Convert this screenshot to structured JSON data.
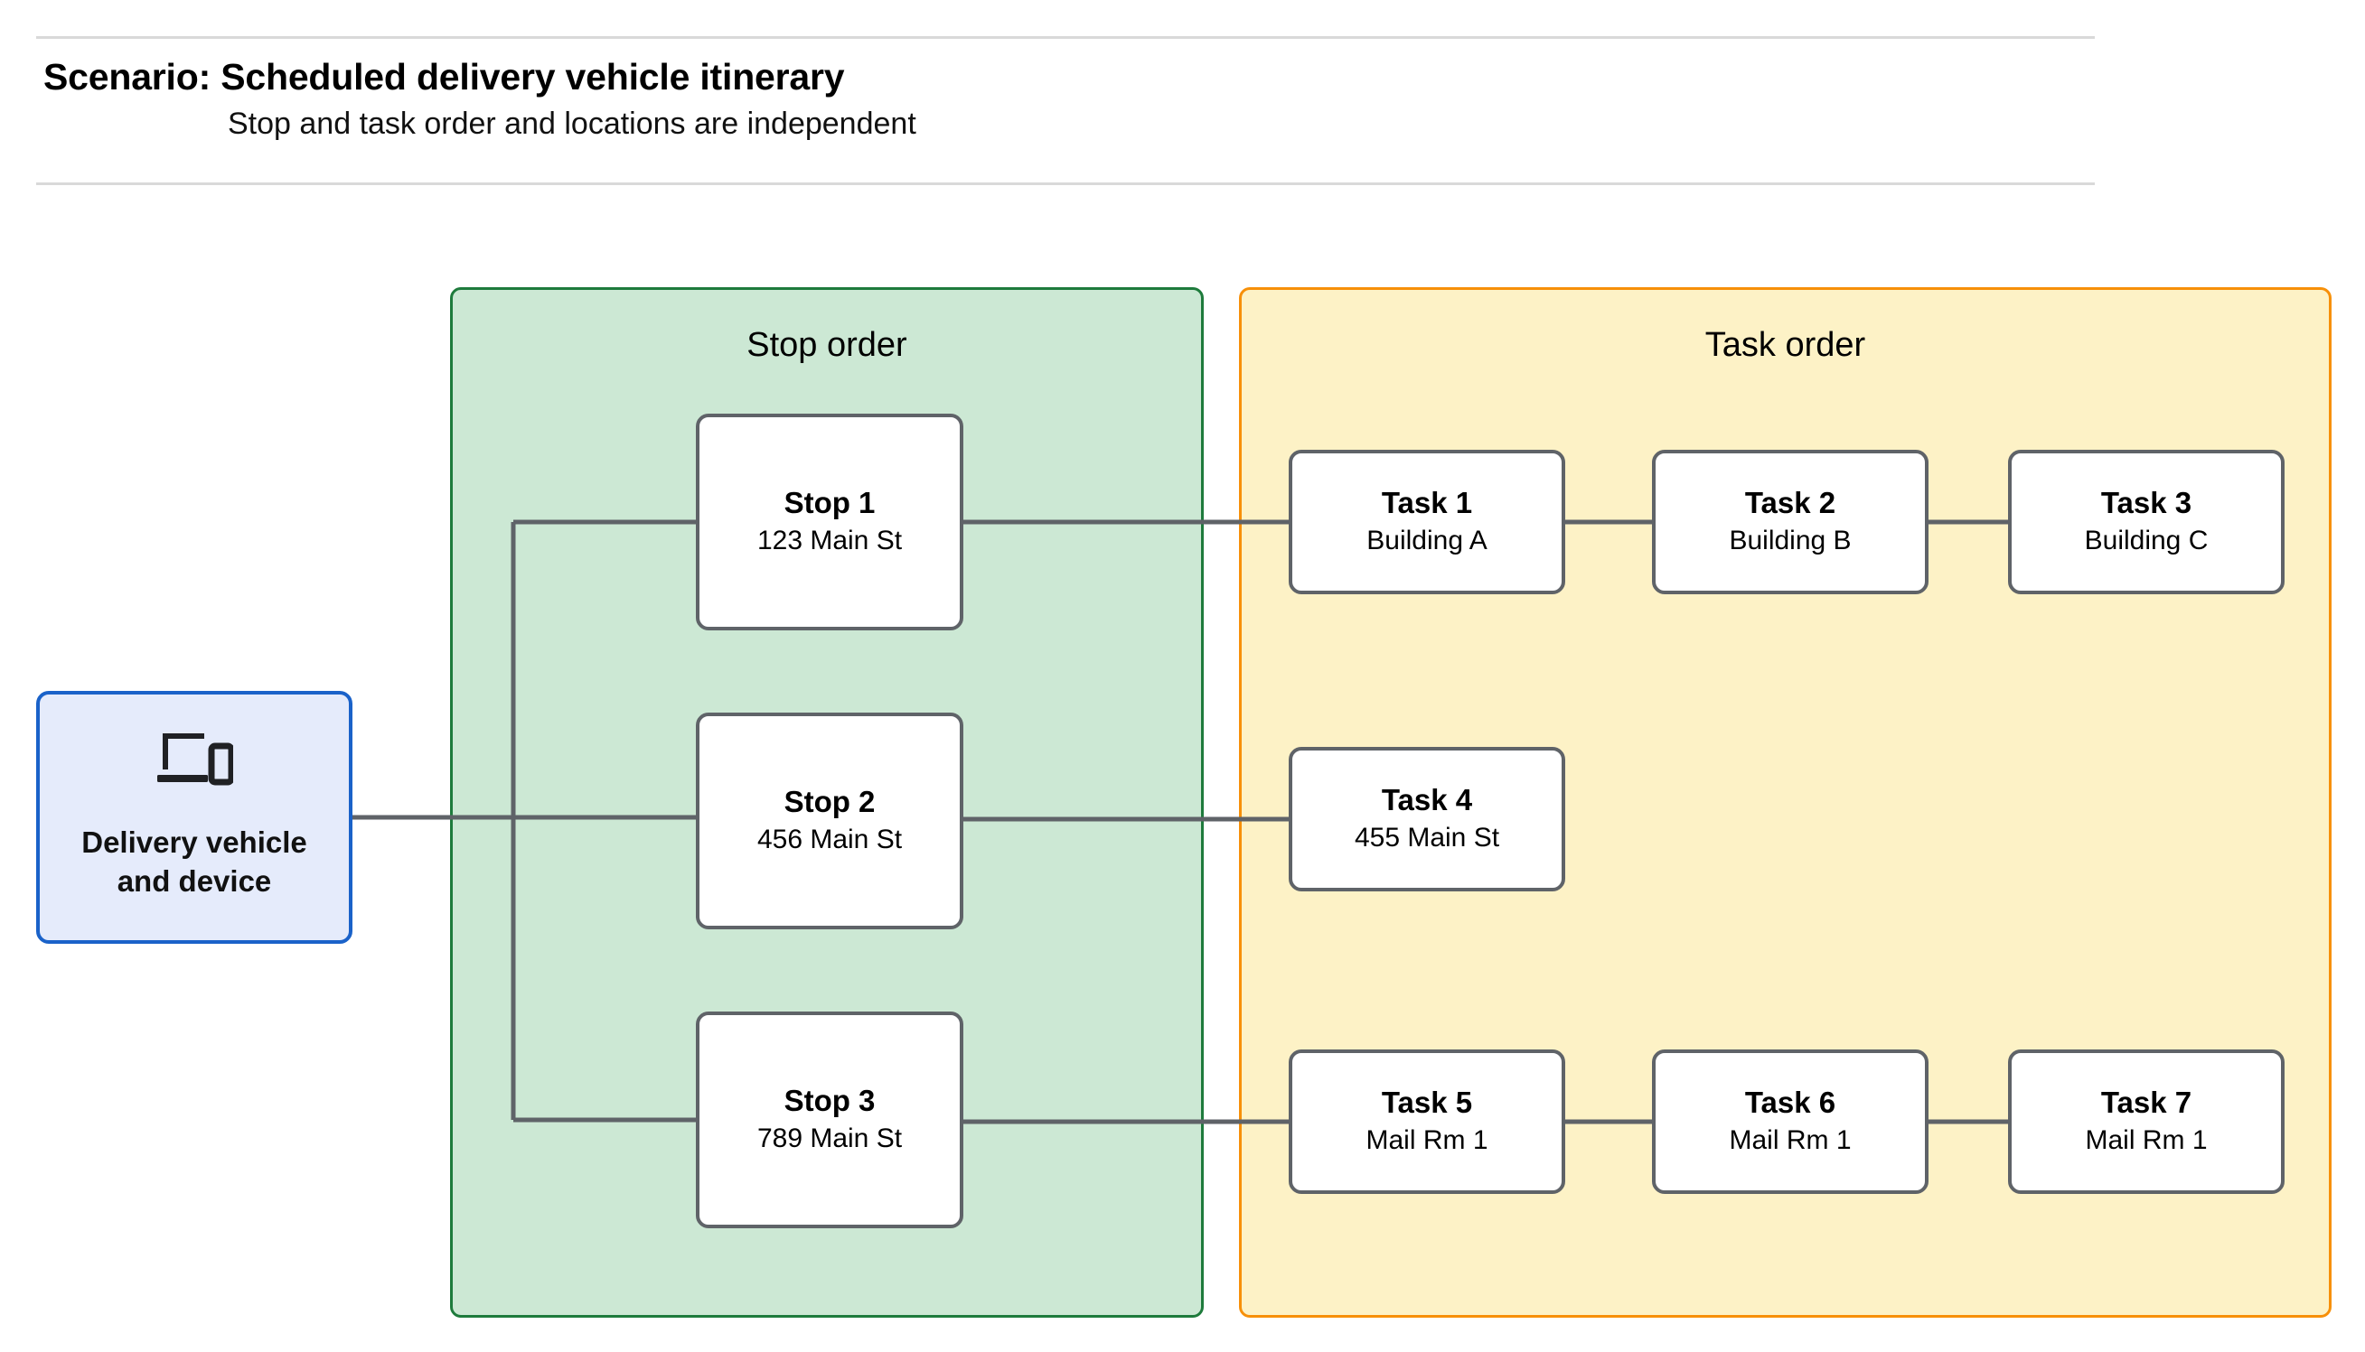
{
  "header": {
    "title": "Scenario: Scheduled delivery vehicle itinerary",
    "subtitle": "Stop and task order and locations are independent"
  },
  "colors": {
    "stop_group_fill": "#cce8d4",
    "stop_group_border": "#1e7b3c",
    "task_group_fill": "#fdf2c6",
    "task_group_border": "#f79009",
    "vehicle_fill": "#e5ebfb",
    "vehicle_border": "#1a62c9",
    "node_border": "#5f6368",
    "connector": "#5f6368",
    "rule": "#d9d9d9"
  },
  "vehicle": {
    "icon": "devices-icon",
    "label": "Delivery vehicle and device",
    "label_line_1": "Delivery vehicle",
    "label_line_2": "and device"
  },
  "stop_group": {
    "title": "Stop order",
    "stops": [
      {
        "title": "Stop 1",
        "address": "123 Main St"
      },
      {
        "title": "Stop 2",
        "address": "456 Main St"
      },
      {
        "title": "Stop 3",
        "address": "789 Main St"
      }
    ]
  },
  "task_group": {
    "title": "Task order",
    "rows": [
      {
        "tasks": [
          {
            "title": "Task 1",
            "location": "Building A"
          },
          {
            "title": "Task 2",
            "location": "Building B"
          },
          {
            "title": "Task 3",
            "location": "Building C"
          }
        ]
      },
      {
        "tasks": [
          {
            "title": "Task 4",
            "location": "455 Main St"
          }
        ]
      },
      {
        "tasks": [
          {
            "title": "Task 5",
            "location": "Mail Rm 1"
          },
          {
            "title": "Task 6",
            "location": "Mail Rm 1"
          },
          {
            "title": "Task 7",
            "location": "Mail Rm 1"
          }
        ]
      }
    ]
  }
}
